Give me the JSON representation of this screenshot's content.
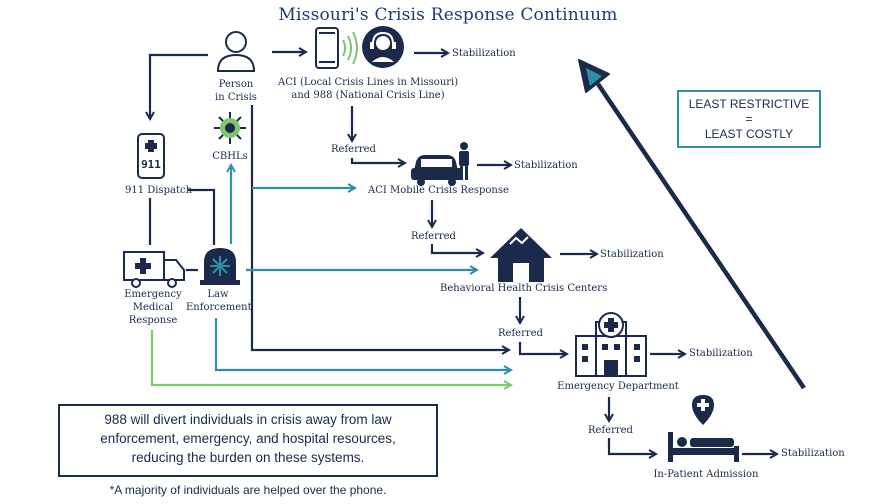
{
  "title": "Missouri's Crisis Response Continuum",
  "nodes": {
    "person": [
      "Person",
      "in Crisis"
    ],
    "aci_lines": [
      "ACI (Local Crisis Lines in Missouri)",
      "and 988 (National Crisis Line)"
    ],
    "dispatch": "911 Dispatch",
    "cbhls": "CBHLs",
    "mobile": "ACI Mobile Crisis Response",
    "ems": [
      "Emergency",
      "Medical",
      "Response"
    ],
    "law": [
      "Law",
      "Enforcement"
    ],
    "bhcc": "Behavioral Health Crisis Centers",
    "ed": "Emergency Department",
    "inpatient": "In-Patient Admission"
  },
  "stabilization": "Stabilization",
  "referred": "Referred",
  "least_box": [
    "LEAST RESTRICTIVE",
    "=",
    "LEAST COSTLY"
  ],
  "note": [
    "988 will divert individuals in crisis away from law",
    "enforcement, emergency, and hospital resources,",
    "reducing the burden on these systems."
  ],
  "footnote": "*A majority of individuals are helped over the phone.",
  "colors": {
    "navy": "#1b2a4a",
    "teal": "#2e8fa7",
    "green": "#7dc86a"
  },
  "icons": [
    "person-icon",
    "phone-icon",
    "headset-icon",
    "mobile-911-icon",
    "cbhl-icon",
    "car-icon",
    "responder-icon",
    "ambulance-icon",
    "police-light-icon",
    "house-icon",
    "hospital-icon",
    "hospital-bed-icon",
    "map-pin-icon"
  ]
}
